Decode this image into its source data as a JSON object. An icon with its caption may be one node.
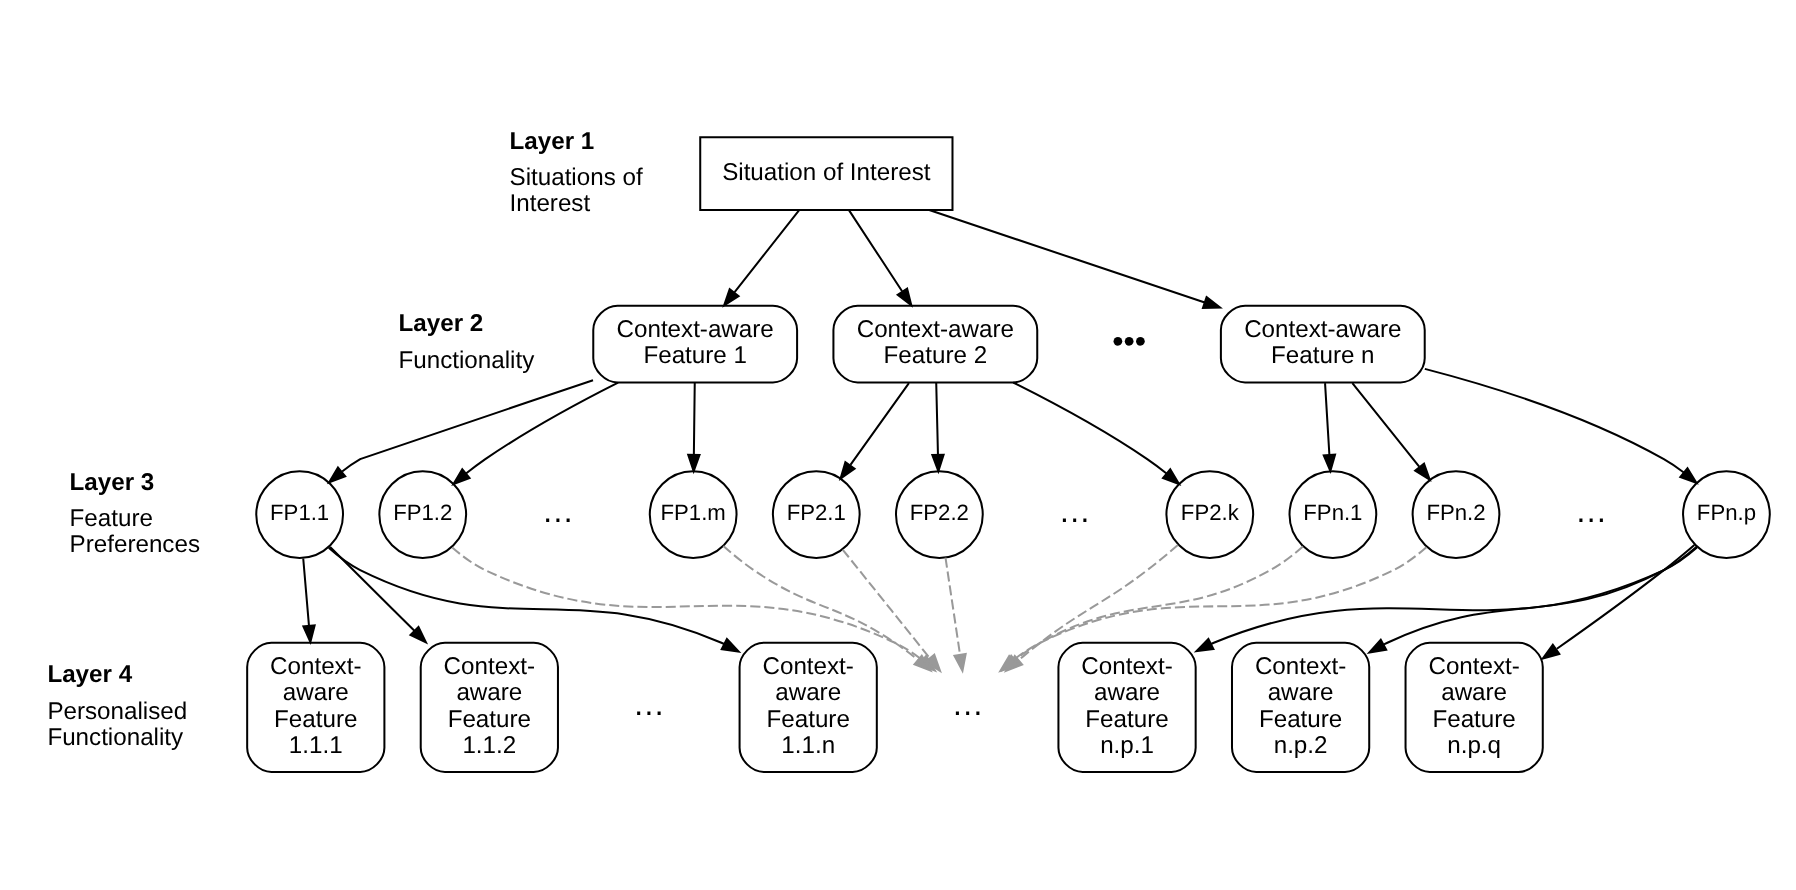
{
  "diagram": {
    "nodes": [
      {
        "text": [
          "Situation of Interest"
        ]
      },
      {
        "text": [
          "Context-aware Feature 1"
        ]
      },
      {
        "text": [
          "Context-aware Feature 2"
        ]
      },
      {
        "text": [
          "Context-aware Feature n"
        ]
      },
      {
        "text": [
          "FP1.1"
        ]
      },
      {
        "text": [
          "FP1.2"
        ]
      },
      {
        "text": [
          "FP1.m"
        ]
      },
      {
        "text": [
          "FP2.1"
        ]
      },
      {
        "text": [
          "FP2.2"
        ]
      },
      {
        "text": [
          "FP2.k"
        ]
      },
      {
        "text": [
          "FPn.1"
        ]
      },
      {
        "text": [
          "FPn.2"
        ]
      },
      {
        "text": [
          "FPn.p"
        ]
      },
      {
        "text": [
          "Context-aware Feature 1.1.1"
        ]
      },
      {
        "text": [
          "Context-aware Feature 1.1.2"
        ]
      },
      {
        "text": [
          "Context-aware Feature 1.1.n"
        ]
      },
      {
        "text": [
          "…"
        ]
      },
      {
        "text": [
          "Context-aware Feature n.p.1"
        ]
      },
      {
        "text": [
          "Context-aware Feature n.p.2"
        ]
      },
      {
        "text": [
          "Context-aware Feature n.p.q"
        ]
      }
    ],
    "edges": [
      {
        "from": 0,
        "to": 1,
        "arrow": "to"
      },
      {
        "from": 0,
        "to": 2,
        "arrow": "to"
      },
      {
        "from": 0,
        "to": 3,
        "arrow": "to"
      },
      {
        "from": 1,
        "to": 4,
        "arrow": "to"
      },
      {
        "from": 1,
        "to": 5,
        "arrow": "to"
      },
      {
        "from": 1,
        "to": 6,
        "arrow": "to"
      },
      {
        "from": 2,
        "to": 7,
        "arrow": "to"
      },
      {
        "from": 2,
        "to": 8,
        "arrow": "to"
      },
      {
        "from": 2,
        "to": 9,
        "arrow": "to"
      },
      {
        "from": 3,
        "to": 10,
        "arrow": "to"
      },
      {
        "from": 3,
        "to": 11,
        "arrow": "to"
      },
      {
        "from": 3,
        "to": 12,
        "arrow": "to"
      },
      {
        "from": 4,
        "to": 13,
        "arrow": "to"
      },
      {
        "from": 4,
        "to": 14,
        "arrow": "to"
      },
      {
        "from": 4,
        "to": 15,
        "arrow": "to"
      },
      {
        "from": 5,
        "to": 16,
        "arrow": "to",
        "style": "dashed",
        "color": "#999999"
      },
      {
        "from": 6,
        "to": 16,
        "arrow": "to",
        "style": "dashed",
        "color": "#999999"
      },
      {
        "from": 7,
        "to": 16,
        "arrow": "to",
        "style": "dashed",
        "color": "#999999"
      },
      {
        "from": 8,
        "to": 16,
        "arrow": "to",
        "style": "dashed",
        "color": "#999999"
      },
      {
        "from": 9,
        "to": 16,
        "arrow": "to",
        "style": "dashed",
        "color": "#999999"
      },
      {
        "from": 10,
        "to": 16,
        "arrow": "to",
        "style": "dashed",
        "color": "#999999"
      },
      {
        "from": 11,
        "to": 16,
        "arrow": "to",
        "style": "dashed",
        "color": "#999999"
      },
      {
        "from": 12,
        "to": 17,
        "arrow": "to"
      },
      {
        "from": 12,
        "to": 18,
        "arrow": "to"
      },
      {
        "from": 12,
        "to": 19,
        "arrow": "to"
      }
    ],
    "labels": [
      "Layer 1",
      "Situations of Interest",
      "Layer 2",
      "Functionality",
      "•••",
      "Layer 3",
      "Feature Preferences",
      "…",
      "…",
      "…",
      "Layer 4",
      "Personalised Functionality",
      "…"
    ]
  }
}
